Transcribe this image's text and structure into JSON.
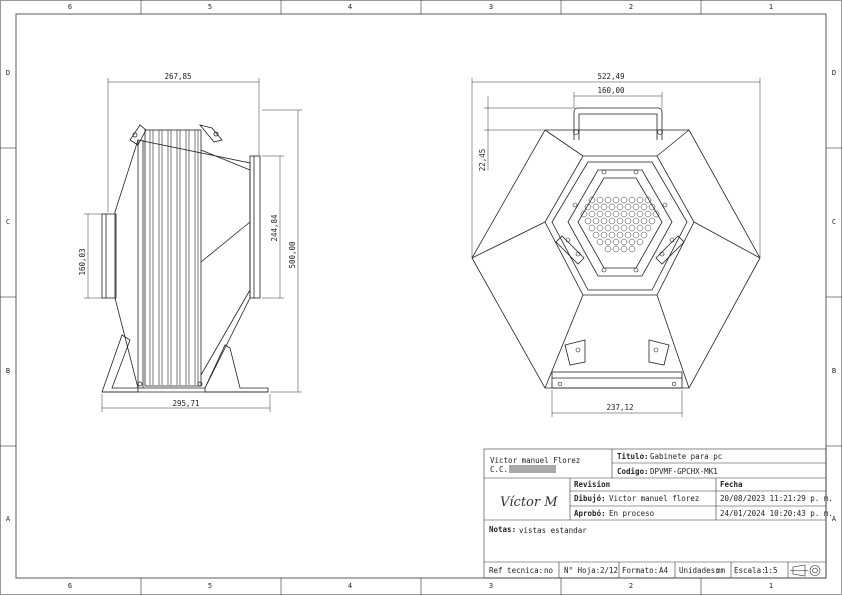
{
  "frame": {
    "col_labels": [
      "6",
      "5",
      "4",
      "3",
      "2",
      "1"
    ],
    "row_labels": [
      "D",
      "C",
      "B",
      "A"
    ]
  },
  "dimensions": {
    "side_width": "267,85",
    "side_height": "500,00",
    "side_panel_height": "244,84",
    "side_front_height": "160,03",
    "side_base_width": "295,71",
    "front_width": "522,49",
    "front_handle_width": "160,00",
    "front_handle_height": "22,45",
    "front_base_width": "237,12"
  },
  "title_block": {
    "author_name": "Victor manuel Florez",
    "author_id_label": "C.C.",
    "title_label": "Titulo:",
    "title_value": "Gabinete para pc",
    "code_label": "Codigo:",
    "code_value": "DPVMF-GPCHX-MK1",
    "revision_label": "Revision",
    "date_label": "Fecha",
    "signature": "Víctor M",
    "drew_label": "Dibujó:",
    "drew_value": "Victor manuel florez",
    "drew_date": "20/08/2023 11:21:29 p. m.",
    "approved_label": "Aprobó:",
    "approved_value": "En proceso",
    "approved_date": "24/01/2024 10:20:43 p. m.",
    "notes_label": "Notas:",
    "notes_value": "vistas estandar",
    "ref_label": "Ref tecnica:",
    "ref_value": "no",
    "sheet_label": "N° Hoja:",
    "sheet_value": "2/12",
    "format_label": "Formato:",
    "format_value": "A4",
    "units_label": "Unidades:",
    "units_value": "mm",
    "scale_label": "Escala:",
    "scale_value": "1:5"
  }
}
